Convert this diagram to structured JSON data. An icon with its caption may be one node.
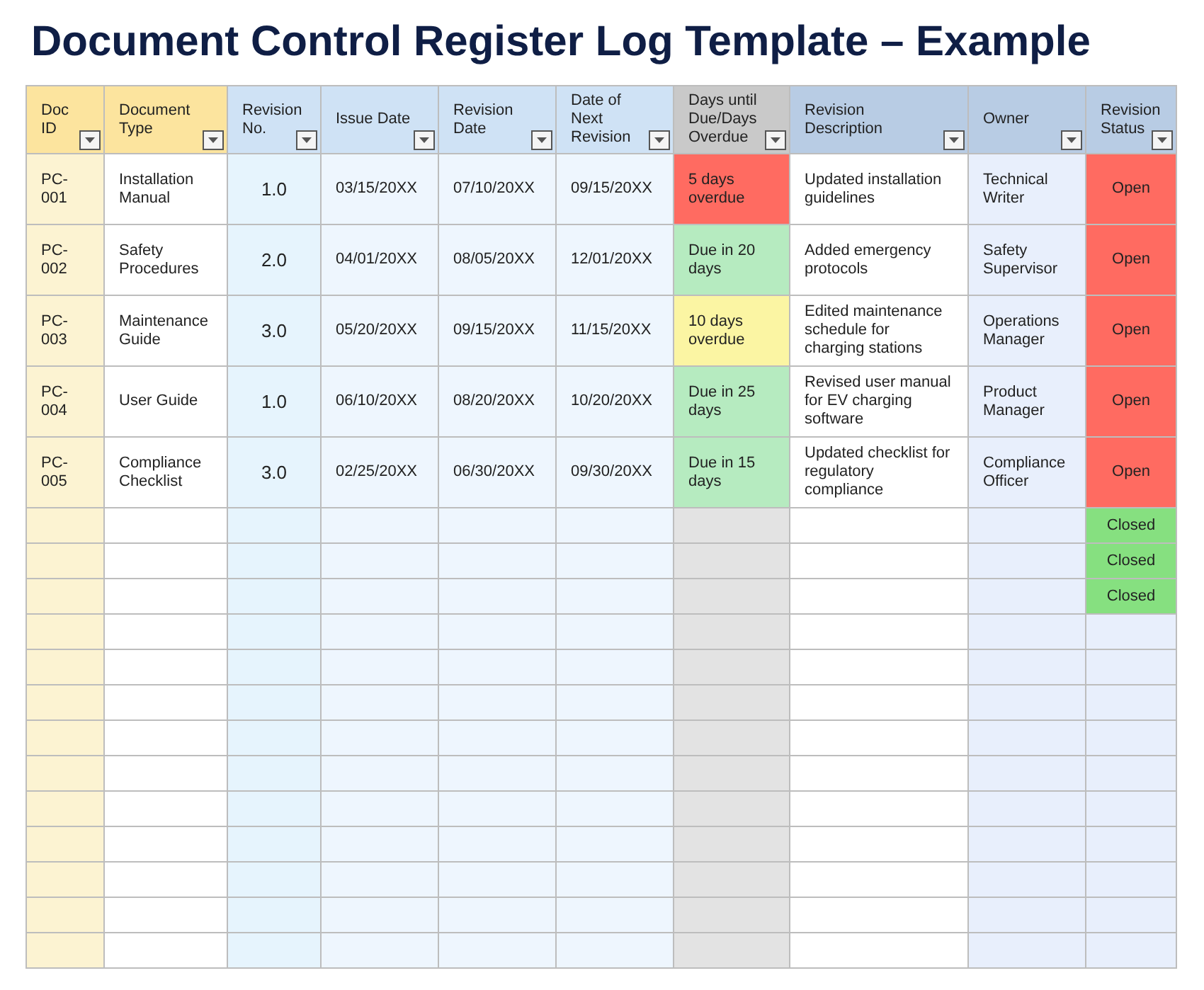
{
  "diagram": {
    "title": "Document Control Register Log Template – Example",
    "labels": [
      "Doc ID",
      "Document Type",
      "Revision No.",
      "Issue Date",
      "Revision Date",
      "Date of Next Revision",
      "Days until Due/Days Overdue",
      "Revision Description",
      "Owner",
      "Revision Status",
      "PC-001",
      "Installation Manual",
      "1.0",
      "03/15/20XX",
      "07/10/20XX",
      "09/15/20XX",
      "5 days overdue",
      "Updated installation guidelines",
      "Technical Writer",
      "Open",
      "PC-002",
      "Safety Procedures",
      "2.0",
      "04/01/20XX",
      "08/05/20XX",
      "12/01/20XX",
      "Due in 20 days",
      "Added emergency protocols",
      "Safety Supervisor",
      "Open",
      "PC-003",
      "Maintenance Guide",
      "3.0",
      "05/20/20XX",
      "09/15/20XX",
      "11/15/20XX",
      "10 days overdue",
      "Edited maintenance schedule for charging stations",
      "Operations Manager",
      "Open",
      "PC-004",
      "User Guide",
      "1.0",
      "06/10/20XX",
      "08/20/20XX",
      "10/20/20XX",
      "Due in 25 days",
      "Revised user manual for EV charging software",
      "Product Manager",
      "Open",
      "PC-005",
      "Compliance Checklist",
      "3.0",
      "02/25/20XX",
      "06/30/20XX",
      "09/30/20XX",
      "Due in 15 days",
      "Updated checklist for regulatory compliance",
      "Compliance Officer",
      "Open",
      "Closed",
      "Closed",
      "Closed"
    ]
  }
}
